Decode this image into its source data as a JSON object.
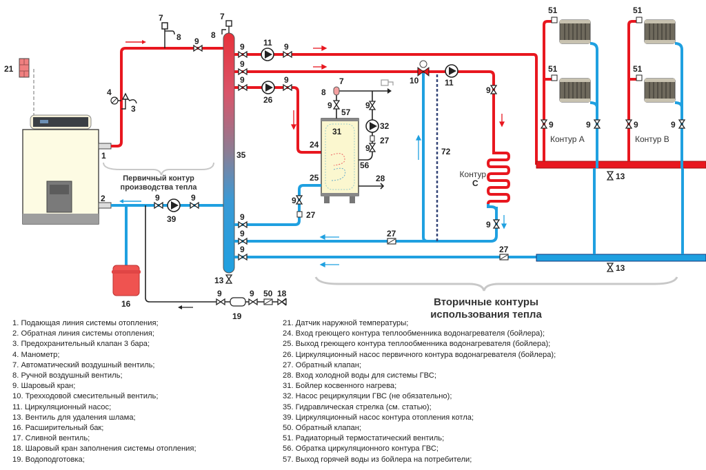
{
  "diagram": {
    "title_primary": [
      "Первичный контур",
      "производства тепла"
    ],
    "title_secondary": [
      "Вторичные контуры",
      "использования тепла"
    ],
    "circuit_labels": {
      "a": "Контур A",
      "b": "Контур B",
      "c_line1": "Контур",
      "c_line2": "C"
    },
    "colors": {
      "supply": "#e8171f",
      "return": "#1fa0e0",
      "black_line": "#222222",
      "boiler_body": "#fdfbe3",
      "expansion_tank": "#ef5350",
      "brace": "#c8c8c8"
    },
    "callouts": {
      "n1": "1",
      "n2": "2",
      "n3": "3",
      "n4": "4",
      "n7": "7",
      "n8": "8",
      "n9": "9",
      "n10": "10",
      "n11": "11",
      "n13": "13",
      "n16": "16",
      "n18": "18",
      "n19": "19",
      "n21": "21",
      "n24": "24",
      "n25": "25",
      "n26": "26",
      "n27": "27",
      "n28": "28",
      "n31": "31",
      "n32": "32",
      "n35": "35",
      "n39": "39",
      "n50": "50",
      "n51": "51",
      "n56": "56",
      "n57": "57",
      "n72": "72"
    }
  },
  "legend": {
    "left": [
      "1. Подающая линия системы отопления;",
      "2. Обратная линия системы отопления;",
      "3. Предохранительный клапан 3 бара;",
      "4. Манометр;",
      "7. Автоматический воздушный вентиль;",
      "8. Ручной воздушный вентиль;",
      "9. Шаровый кран;",
      "10. Трехходовой смесительный вентиль;",
      "11. Циркуляционный насос;",
      "13. Вентиль для удаления шлама;",
      "16. Расширительный бак;",
      "17. Сливной вентиль;",
      "18. Шаровый кран заполнения системы отопления;",
      "19. Водоподготовка;"
    ],
    "right": [
      "21. Датчик наружной температуры;",
      "24. Вход греющего контура теплообменника водонагревателя (бойлера);",
      "25. Выход греющего контура теплообменника водонагревателя (бойлера);",
      "26. Циркуляционный насос первичного контура водонагревателя (бойлера);",
      "27. Обратный клапан;",
      "28. Вход холодной воды для системы ГВС;",
      "31. Бойлер косвенного нагрева;",
      "32. Насос рециркуляции ГВС (не обязательно);",
      "35. Гидравлическая стрелка (см. статью);",
      "39. Циркуляционный насос контура отопления котла;",
      "50. Обратный клапан;",
      "51. Радиаторный термостатический вентиль;",
      "56. Обратка циркуляционного контура ГВС;",
      "57. Выход горячей воды из бойлера на потребители;"
    ]
  }
}
